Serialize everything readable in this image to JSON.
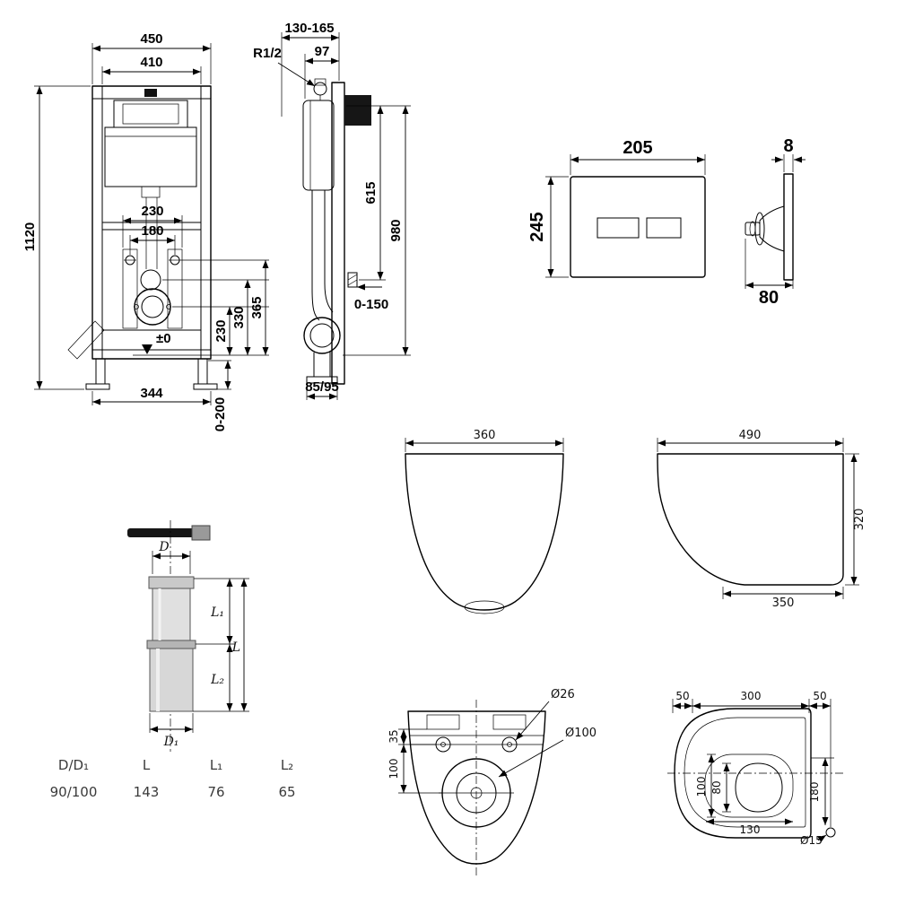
{
  "frame_front": {
    "w450": "450",
    "w410": "410",
    "h1120": "1120",
    "w230": "230",
    "w180": "180",
    "h365": "365",
    "h330": "330",
    "h230": "230",
    "zero": "±0",
    "w344": "344",
    "legs": "0-200"
  },
  "frame_side": {
    "depth": "130-165",
    "w97": "97",
    "conn": "R1/2",
    "h615": "615",
    "h980": "980",
    "outlet": "0-150",
    "feet": "85/95"
  },
  "plate": {
    "w": "205",
    "h": "245",
    "t": "8",
    "d": "80"
  },
  "bowl_front": {
    "w": "360"
  },
  "bowl_side": {
    "l": "490",
    "h": "320",
    "b": "350"
  },
  "pipe": {
    "d": "D",
    "d1": "D₁",
    "l": "L",
    "l1": "L₁",
    "l2": "L₂",
    "table": {
      "headers": [
        "D/D₁",
        "L",
        "L₁",
        "L₂"
      ],
      "values": [
        "90/100",
        "143",
        "76",
        "65"
      ]
    }
  },
  "bowl_bottom": {
    "d26": "Ø26",
    "d100": "Ø100",
    "v100": "100",
    "v35": "35"
  },
  "bowl_top": {
    "left50": "50",
    "w300": "300",
    "right50": "50",
    "h180": "180",
    "h100": "100",
    "h80": "80",
    "w130": "130",
    "d15": "Ø15"
  }
}
